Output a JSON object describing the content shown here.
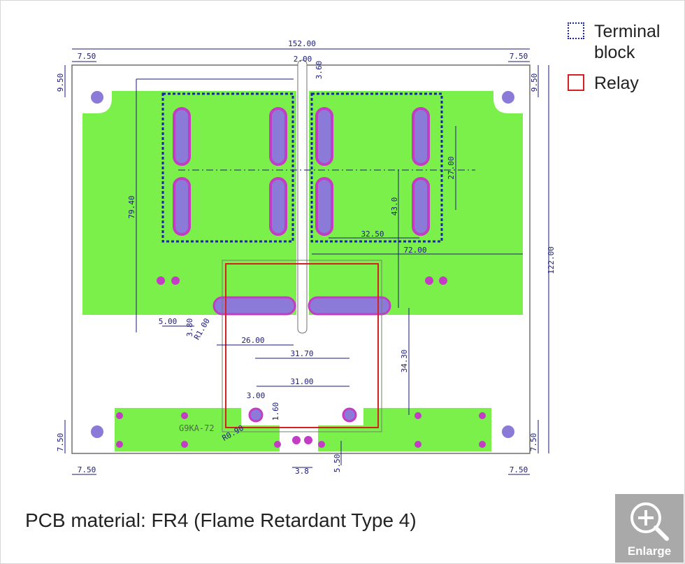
{
  "legend": {
    "terminal_block_label": "Terminal block",
    "relay_label": "Relay",
    "terminal_color": "#1a22a8",
    "relay_color": "#d42020"
  },
  "caption": "PCB material: FR4 (Flame Retardant Type 4)",
  "enlarge_button": {
    "label": "Enlarge",
    "icon": "zoom-in-icon"
  },
  "diagram": {
    "board_label": "G9KA-72",
    "dimensions": {
      "overall_width": "152.00",
      "overall_height": "122.00",
      "corner_left_top": "7.50",
      "corner_right_top": "7.50",
      "corner_left_bottom": "7.50",
      "corner_right_bottom": "7.50",
      "corner_top_left_v": "9.50",
      "corner_top_right_v": "9.50",
      "corner_bottom_left_v": "7.50",
      "corner_bottom_right_v": "7.50",
      "slot_width": "2.00",
      "slot_offset": "3.60",
      "height_79": "79.40",
      "height_43": "43.0",
      "width_72": "72.00",
      "pitch_27": "27.00",
      "pitch_32": "32.50",
      "dim_5": "5.00",
      "dim_3_8": "3.80",
      "radius_1": "R1.00",
      "dim_26": "26.00",
      "dim_31_7": "31.70",
      "dim_34_3": "34.30",
      "dim_31": "31.00",
      "dim_3": "3.00",
      "dim_1_6": "1.60",
      "radius_0_9": "R0.90",
      "dim_3_8_bottom": "3.8",
      "dim_5_5": "5.50"
    },
    "colors": {
      "copper": "#7cf04a",
      "pad": "#c23cc4",
      "pad_fill": "#8c7ad8",
      "dimension_line": "#1a1a7a"
    }
  }
}
